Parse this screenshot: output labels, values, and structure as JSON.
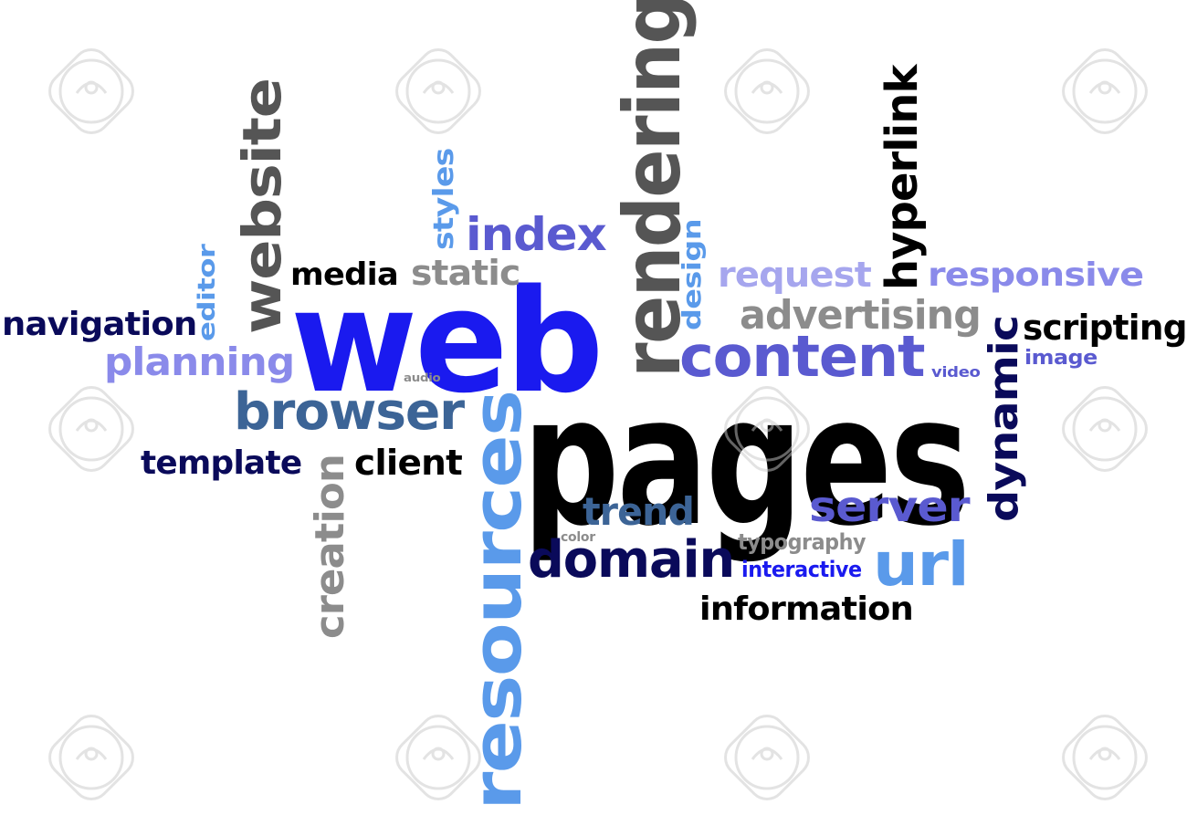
{
  "colors": {
    "blue": "#1a1aef",
    "black": "#000000",
    "darkgray": "#555555",
    "gray": "#8c8c8c",
    "navy": "#0a0a5a",
    "slate": "#3c6496",
    "medblue": "#5a5ad0",
    "skyblue": "#5a9aea",
    "lightblue": "#a6a6ee",
    "periwinkle": "#8a8aea",
    "watermark": "#c8c8c8"
  },
  "watermark_icon": "123rf-logo-watermark",
  "words": [
    {
      "text": "web",
      "color": "blue"
    },
    {
      "text": "pages",
      "color": "black"
    },
    {
      "text": "rendering",
      "color": "darkgray"
    },
    {
      "text": "website",
      "color": "darkgray"
    },
    {
      "text": "hyperlink",
      "color": "black"
    },
    {
      "text": "resources",
      "color": "skyblue"
    },
    {
      "text": "creation",
      "color": "gray"
    },
    {
      "text": "editor",
      "color": "skyblue"
    },
    {
      "text": "styles",
      "color": "skyblue"
    },
    {
      "text": "design",
      "color": "skyblue"
    },
    {
      "text": "dynamic",
      "color": "navy"
    },
    {
      "text": "index",
      "color": "medblue"
    },
    {
      "text": "media",
      "color": "black"
    },
    {
      "text": "static",
      "color": "gray"
    },
    {
      "text": "request",
      "color": "lightblue"
    },
    {
      "text": "responsive",
      "color": "periwinkle"
    },
    {
      "text": "advertising",
      "color": "gray"
    },
    {
      "text": "navigation",
      "color": "navy"
    },
    {
      "text": "scripting",
      "color": "black"
    },
    {
      "text": "planning",
      "color": "periwinkle"
    },
    {
      "text": "content",
      "color": "medblue"
    },
    {
      "text": "image",
      "color": "medblue"
    },
    {
      "text": "audio",
      "color": "gray"
    },
    {
      "text": "video",
      "color": "medblue"
    },
    {
      "text": "browser",
      "color": "slate"
    },
    {
      "text": "template",
      "color": "navy"
    },
    {
      "text": "client",
      "color": "black"
    },
    {
      "text": "trend",
      "color": "slate"
    },
    {
      "text": "server",
      "color": "medblue"
    },
    {
      "text": "color",
      "color": "gray"
    },
    {
      "text": "typography",
      "color": "gray"
    },
    {
      "text": "domain",
      "color": "navy"
    },
    {
      "text": "url",
      "color": "skyblue"
    },
    {
      "text": "interactive",
      "color": "blue"
    },
    {
      "text": "information",
      "color": "black"
    }
  ]
}
